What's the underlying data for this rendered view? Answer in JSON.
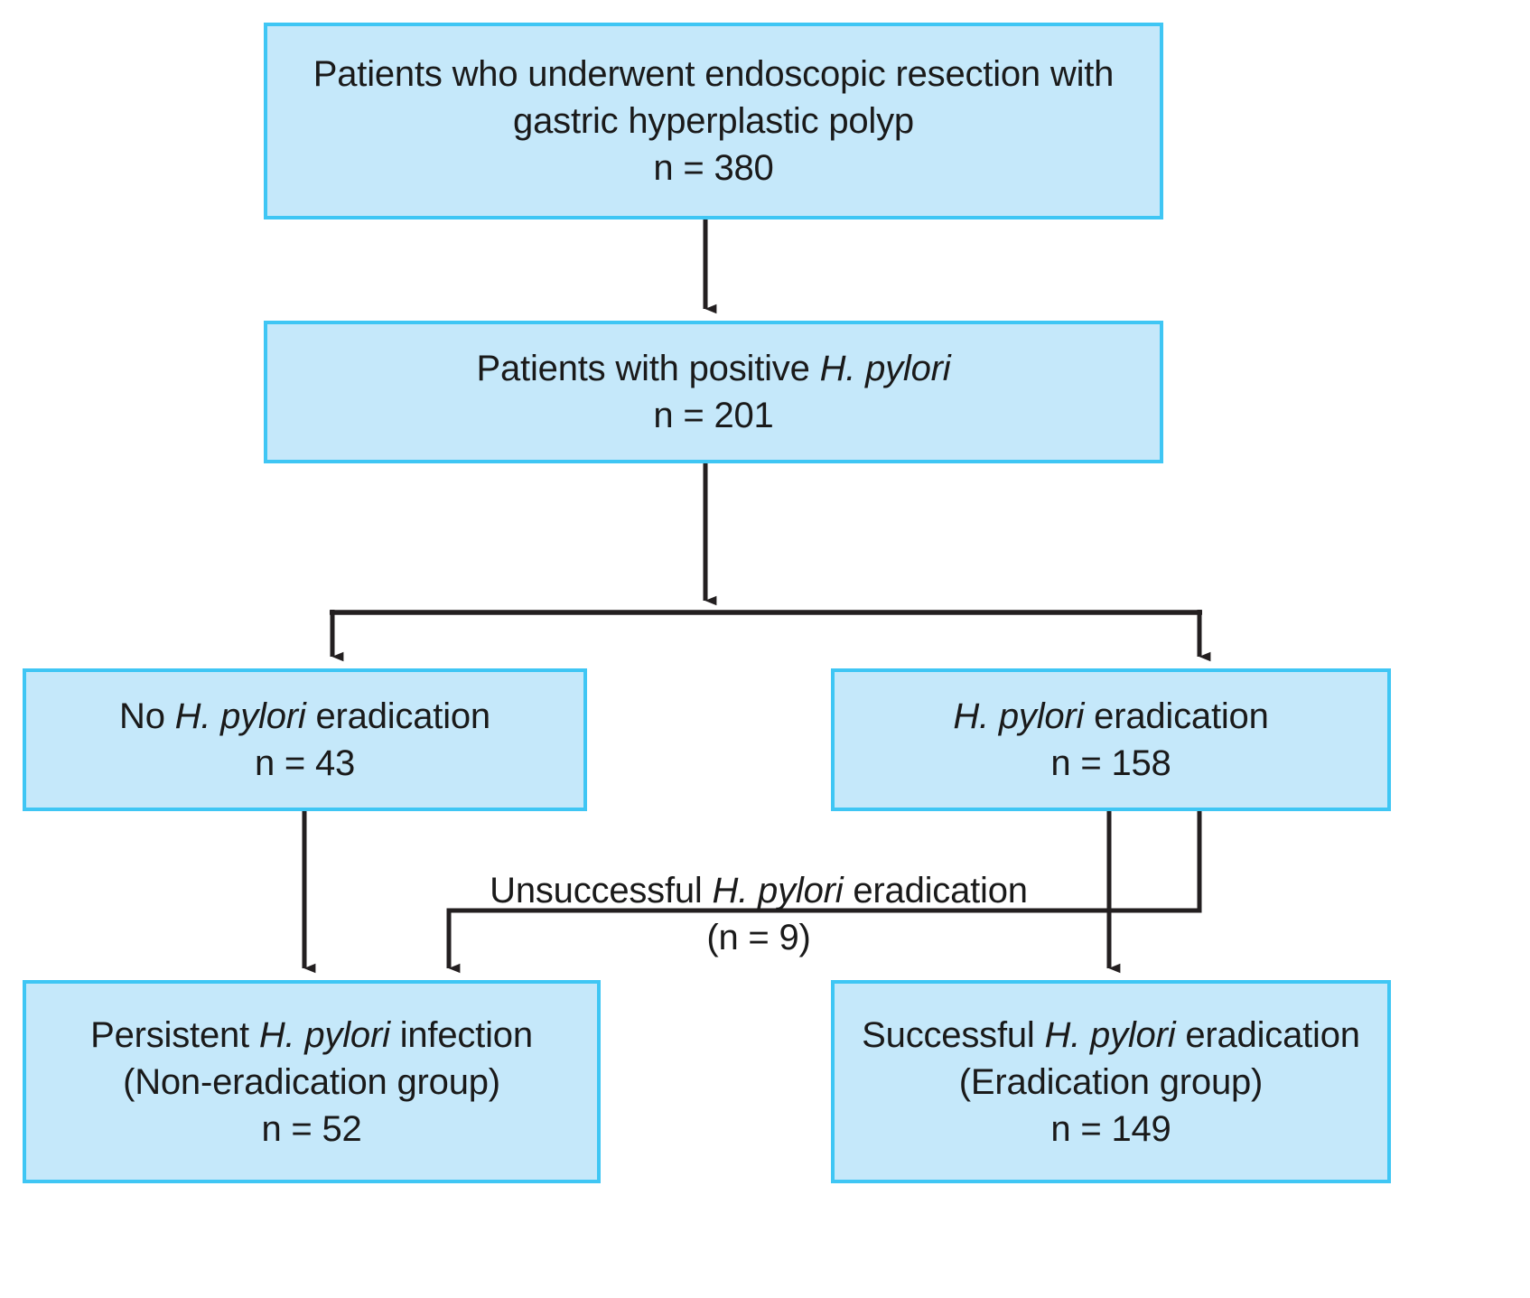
{
  "figure": {
    "type": "flowchart",
    "title": "Patient enrollment flow diagram",
    "colors": {
      "box_fill": "#c5e8fa",
      "box_border": "#3fc6f4",
      "connector": "#231f20",
      "text": "#1a1a1a",
      "background": "#ffffff"
    }
  },
  "nodes": {
    "top": {
      "id": "enrolled",
      "line1": "Patients who underwent endoscopic resection with",
      "line2": "gastric hyperplastic polyp",
      "count_label": "n = 380",
      "n": 380
    },
    "hp_positive": {
      "id": "hp-positive",
      "line1_pre": "Patients with positive ",
      "line1_italic": "H. pylori",
      "line1_post": "",
      "count_label": "n = 201",
      "n": 201
    },
    "no_eradication": {
      "id": "no-eradication",
      "line1_pre": "No ",
      "line1_italic": "H. pylori",
      "line1_post": " eradication",
      "count_label": "n = 43",
      "n": 43
    },
    "eradication": {
      "id": "eradication",
      "line1_pre": "",
      "line1_italic": "H. pylori",
      "line1_post": " eradication",
      "count_label": "n = 158",
      "n": 158
    },
    "persistent": {
      "id": "persistent-infection",
      "line1_pre": "Persistent ",
      "line1_italic": "H. pylori",
      "line1_post": " infection",
      "line2": "(Non-eradication group)",
      "count_label": "n = 52",
      "n": 52
    },
    "successful": {
      "id": "successful-eradication",
      "line1_pre": "Successful ",
      "line1_italic": "H. pylori",
      "line1_post": " eradication",
      "line2": "(Eradication group)",
      "count_label": "n = 149",
      "n": 149
    }
  },
  "edge_labels": {
    "unsuccessful": {
      "id": "unsuccessful-eradication",
      "line1_pre": "Unsuccessful ",
      "line1_italic": "H. pylori",
      "line1_post": " eradication",
      "count_label": "(n = 9)",
      "n": 9
    }
  },
  "edges": [
    {
      "id": "edge-enrolled-to-hp-positive",
      "from": "enrolled",
      "to": "hp-positive",
      "kind": "arrow-down"
    },
    {
      "id": "edge-hp-positive-split",
      "from": "hp-positive",
      "to": "split",
      "kind": "arrow-down"
    },
    {
      "id": "edge-split-to-no-eradication",
      "from": "split",
      "to": "no-eradication",
      "kind": "elbow-arrow-left"
    },
    {
      "id": "edge-split-to-eradication",
      "from": "split",
      "to": "eradication",
      "kind": "elbow-arrow-right"
    },
    {
      "id": "edge-no-eradication-to-persistent",
      "from": "no-eradication",
      "to": "persistent-infection",
      "kind": "arrow-down"
    },
    {
      "id": "edge-eradication-to-successful",
      "from": "eradication",
      "to": "successful-eradication",
      "kind": "arrow-down"
    },
    {
      "id": "edge-eradication-to-persistent",
      "from": "eradication",
      "to": "persistent-infection",
      "kind": "elbow-arrow-left",
      "label": "unsuccessful"
    }
  ]
}
